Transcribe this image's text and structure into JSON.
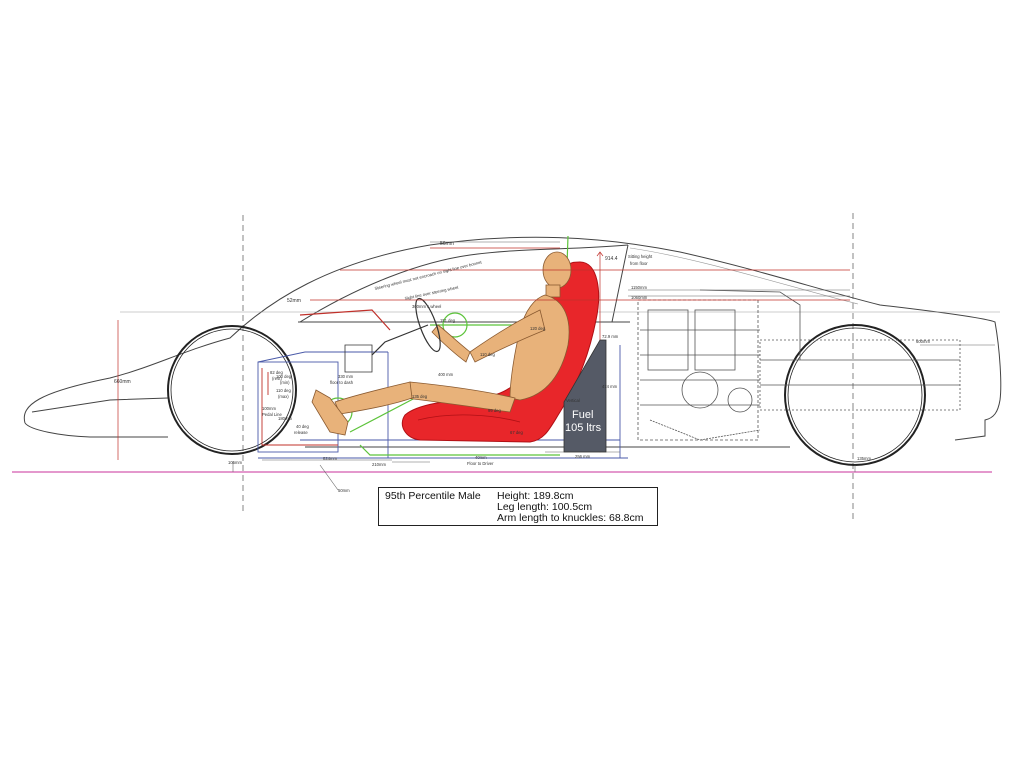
{
  "summary": {
    "subject": "95th Percentile Male",
    "height": "Height: 189.8cm",
    "leg_length": "Leg length: 100.5cm",
    "arm_length": "Arm length to knuckles: 68.8cm"
  },
  "fuel_tank": {
    "line1": "Fuel",
    "line2": "105 ltrs"
  },
  "dimensions": {
    "roof_clear": "56mm",
    "bonnet_gap": "52mm",
    "front_height": "660mm",
    "seat_height_val": "914.4",
    "seat_height_label1": "Sitting height",
    "seat_height_label2": "from floor",
    "h1150": "1150mm",
    "h1060": "1060mm",
    "rear_600": "600mm",
    "tank_474": "474 mm",
    "tank_72": "72.9 mm",
    "floor_dash_val": "330 mm",
    "floor_dash_label": "floor to dash",
    "h400": "400 mm",
    "wheel_300": "300mm s.wheel",
    "l824": "824mm",
    "l210": "210mm",
    "l256": "256 mm",
    "floor_driver_val": "40mm",
    "floor_driver_label": "Floor to Driver",
    "front_clear": "105mm",
    "rear_clear": "135mm",
    "pedal_50": "50mm",
    "pedal_line_val": "100mm",
    "pedal_line_label": "Pedal Line",
    "mm_180": "180mm",
    "vertical": "Vertical"
  },
  "annotations": {
    "sightline1": "Steering wheel must not encroach on sight line over bonnet",
    "sightline2": "Sight line over steering wheel",
    "deg82": "82 deg",
    "rest": "(rest)",
    "deg100": "100 deg",
    "min": "(min)",
    "deg110": "110 deg",
    "max": "(max)",
    "deg40": "40 deg",
    "release": "release",
    "deg135": "135 deg",
    "deg99": "99 deg",
    "deg67": "67 deg",
    "deg151": "151 deg",
    "deg120": "120 deg",
    "deg110b": "110 deg"
  },
  "colors": {
    "seat": "#e8262a",
    "skin": "#e8b27a",
    "fuel_tank": "#555a66",
    "ground_line": "#c8329b",
    "dim_red": "#c0302a",
    "green": "#5cc33a",
    "blue_frame": "#4a5aa8"
  }
}
